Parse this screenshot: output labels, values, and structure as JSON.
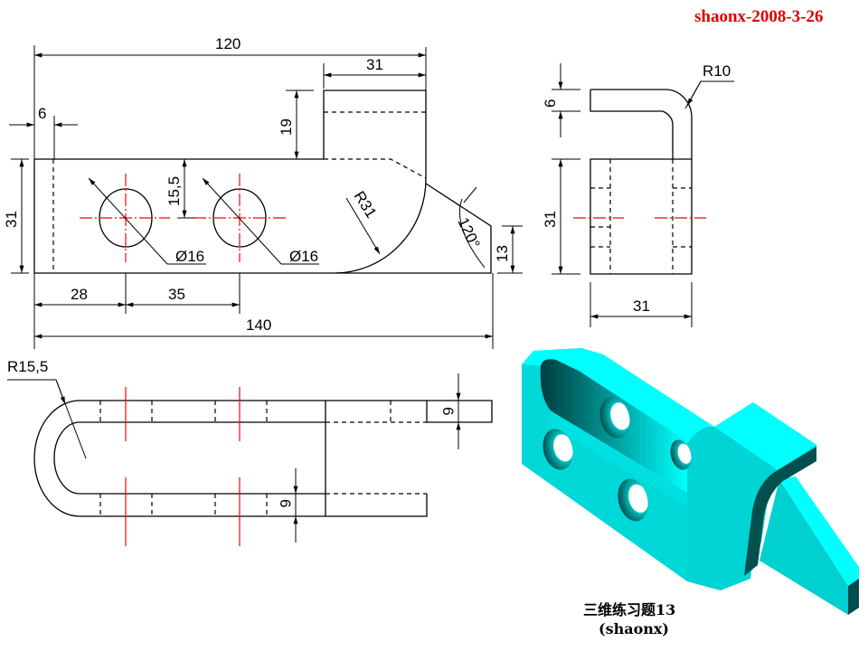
{
  "title": "shaonx-2008-3-26",
  "caption": {
    "line1": "三维练习题13",
    "line2": "(shaonx)"
  },
  "front_view": {
    "dims": {
      "overall_top": "120",
      "tab_width": "31",
      "wall": "6",
      "tab_height": "19",
      "hole_offset": "15,5",
      "height": "31",
      "hole1_x": "28",
      "hole_pitch": "35",
      "overall_bottom": "140",
      "arc_radius": "R31",
      "angle": "120°",
      "tip_height": "13",
      "hole1_dia": "Ø16",
      "hole2_dia": "Ø16"
    }
  },
  "side_view": {
    "dims": {
      "thickness": "6",
      "radius": "R10",
      "height": "31",
      "width": "31"
    }
  },
  "top_view": {
    "dims": {
      "bend_radius": "R15,5",
      "thick_right": "6",
      "thick_bottom": "6"
    }
  },
  "colors": {
    "title": "#e00000",
    "centerline": "#ff0000",
    "model": "#00e5e5",
    "model_light": "#00ffff",
    "model_dark": "#005555"
  }
}
